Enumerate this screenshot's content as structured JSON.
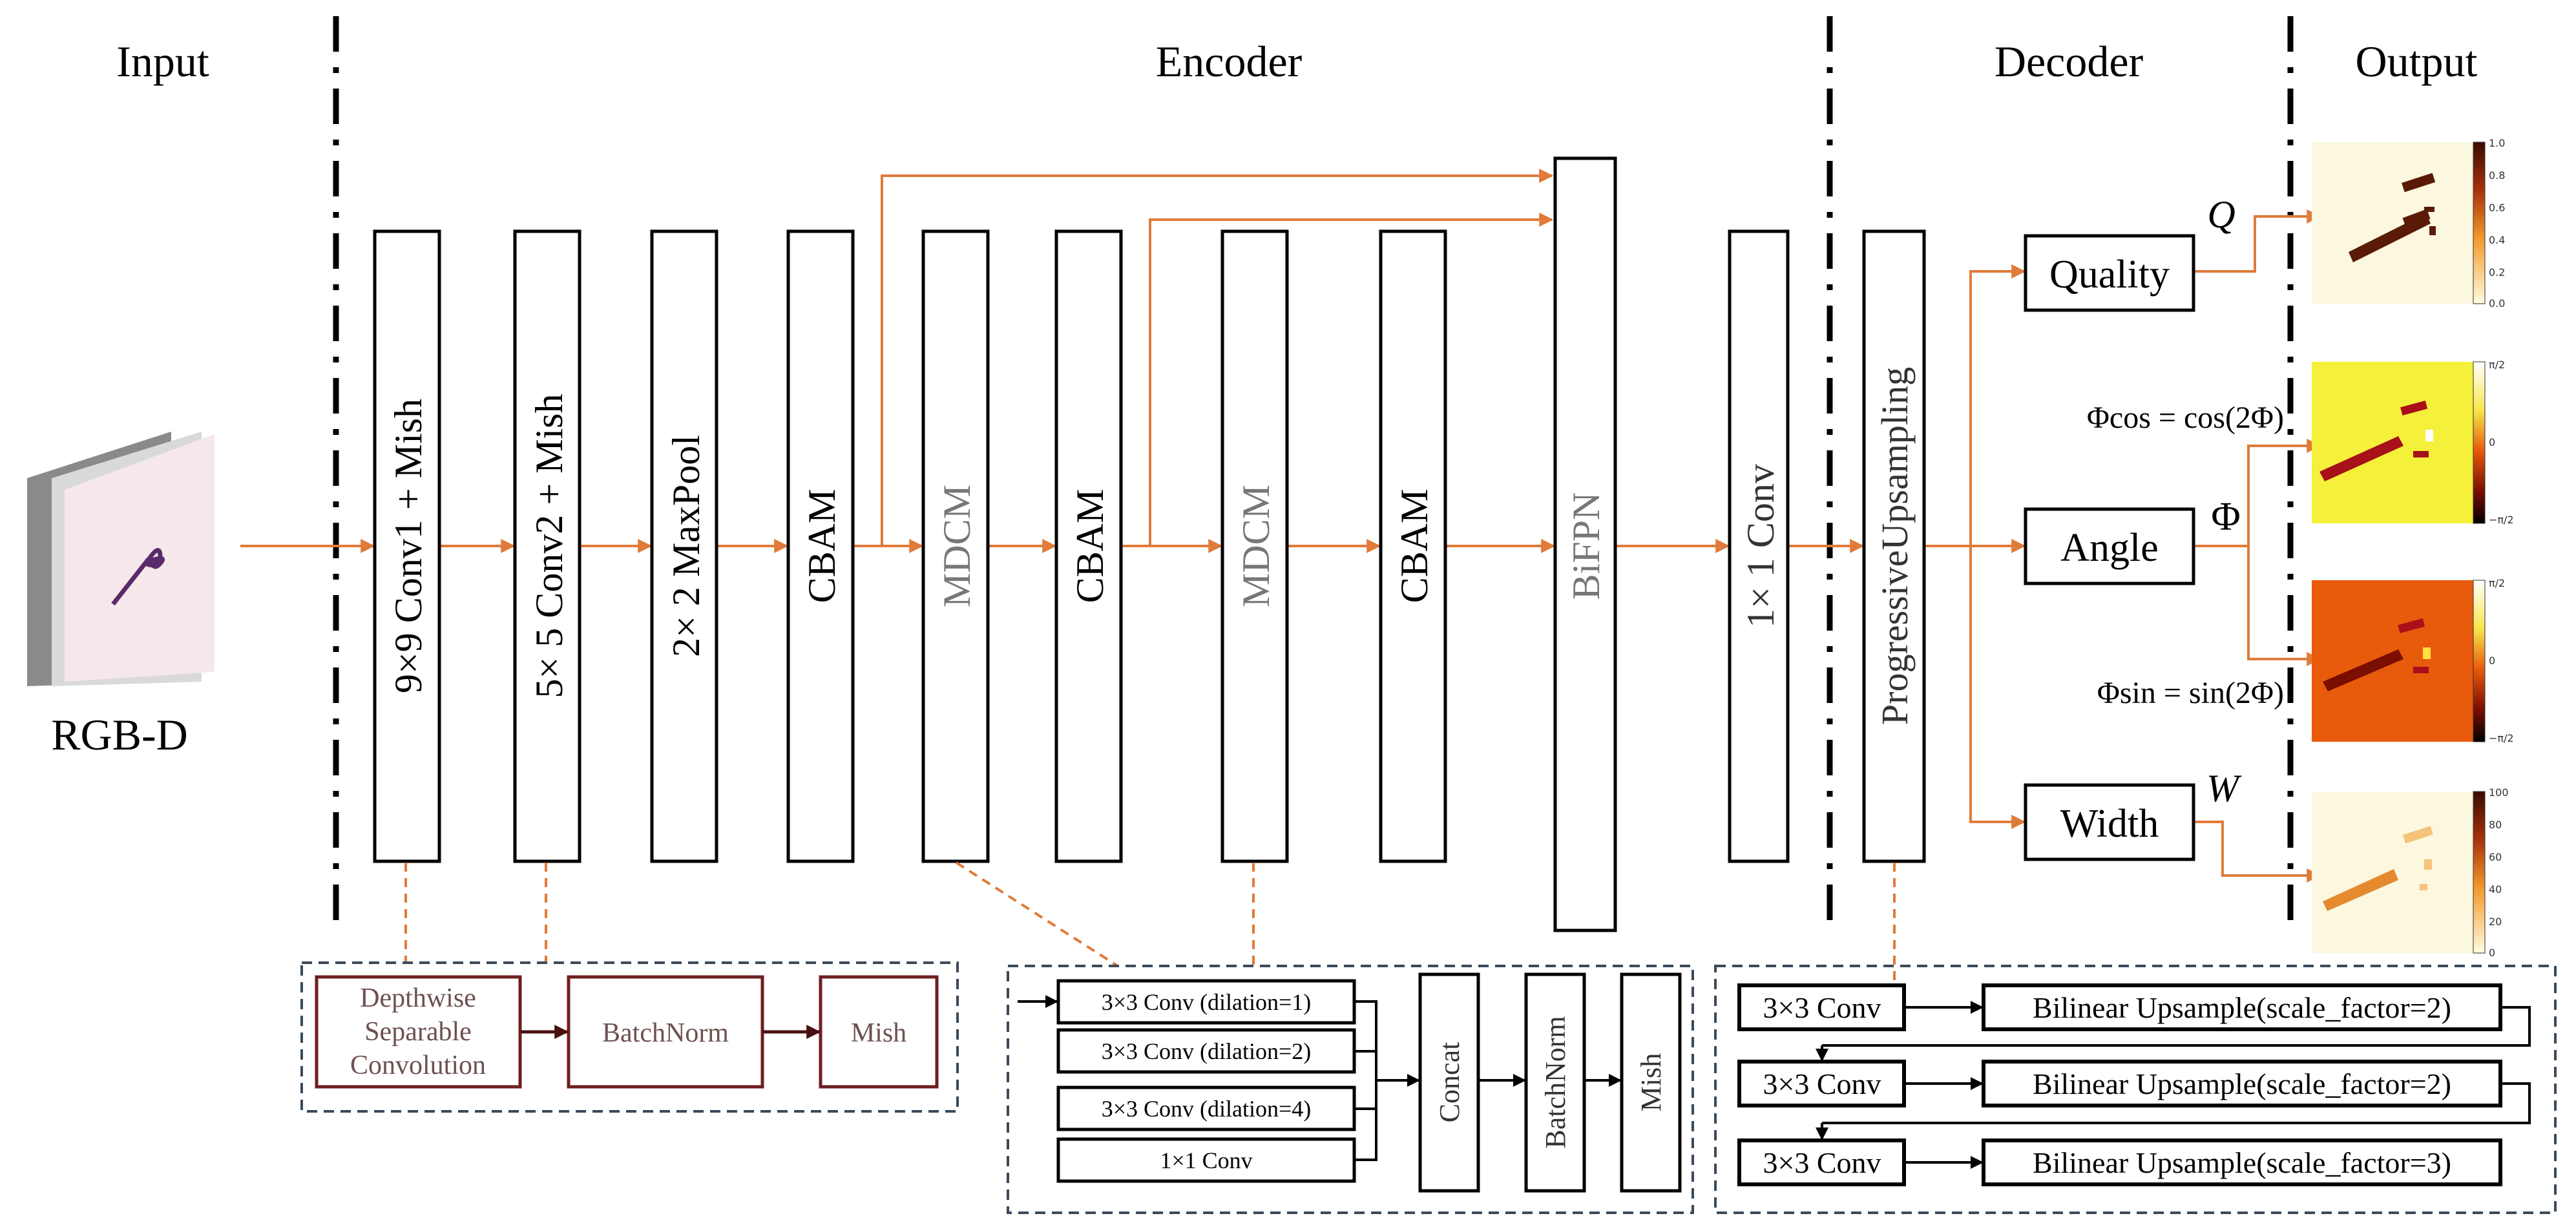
{
  "sections": {
    "input": "Input",
    "encoder": "Encoder",
    "decoder": "Decoder",
    "output": "Output"
  },
  "input_label": "RGB-D",
  "encoder_blocks": [
    "9×9 Conv1 + Mish",
    "5× 5 Conv2 + Mish",
    "2× 2 MaxPool",
    "CBAM",
    "MDCM",
    "CBAM",
    "MDCM",
    "CBAM",
    "BiFPN",
    "1× 1 Conv",
    "ProgressiveUpsampling"
  ],
  "heads": [
    "Quality",
    "Angle",
    "Width"
  ],
  "symbols": {
    "q": "Q",
    "phi": "Φ",
    "w": "W",
    "phi_cos": "Φcos = cos(2Φ)",
    "phi_sin": "Φsin = sin(2Φ)"
  },
  "conv_detail": [
    "Depthwise",
    "Separable",
    "Convolution",
    "BatchNorm",
    "Mish"
  ],
  "mdcm_detail": {
    "branches": [
      "3×3 Conv (dilation=1)",
      "3×3 Conv (dilation=2)",
      "3×3 Conv (dilation=4)",
      "1×1 Conv"
    ],
    "ops": [
      "Concat",
      "BatchNorm",
      "Mish"
    ]
  },
  "upsampling_detail": {
    "conv": [
      "3×3 Conv",
      "3×3 Conv",
      "3×3 Conv"
    ],
    "upsample": [
      "Bilinear Upsample(scale_factor=2)",
      "Bilinear Upsample(scale_factor=2)",
      "Bilinear Upsample(scale_factor=3)"
    ]
  },
  "colorbars": {
    "quality": [
      "1.0",
      "0.8",
      "0.6",
      "0.4",
      "0.2",
      "0.0"
    ],
    "cos": [
      "π/2",
      "0",
      "−π/2"
    ],
    "sin": [
      "π/2",
      "0",
      "−π/2"
    ],
    "width": [
      "100",
      "80",
      "60",
      "40",
      "20",
      "0"
    ]
  },
  "colors": {
    "arrow": "#E07B39",
    "box": "#000000",
    "conv_detail": "#6E1F1F",
    "dashed": "#3B4A5A",
    "cos_map": "#F5F03A",
    "sin_map": "#E85A0C",
    "map_bg": "#FCF8E0",
    "grasp": "#7A2510"
  }
}
